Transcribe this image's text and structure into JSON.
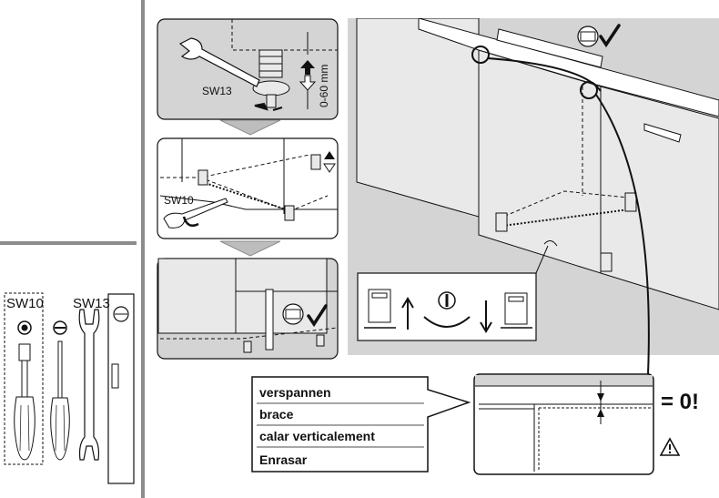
{
  "tools": {
    "sw10_label": "SW10",
    "sw13_label": "SW13"
  },
  "steps": {
    "step1": {
      "tool_label": "SW13",
      "range_label": "0-60 mm"
    },
    "step2": {
      "tool_label": "SW10"
    }
  },
  "terms": [
    "verspannen",
    "brace",
    "calar verticalement",
    "Enrasar"
  ],
  "detail": {
    "gap_value": "= 0!"
  },
  "colors": {
    "panel_gray": "#d4d4d4",
    "panel_light": "#e9e9e9",
    "line": "#111111"
  },
  "icons": [
    "wrench-icon",
    "screwdriver-icon",
    "spirit-level-icon",
    "check-icon",
    "warning-icon",
    "turn-arrows-icon"
  ]
}
